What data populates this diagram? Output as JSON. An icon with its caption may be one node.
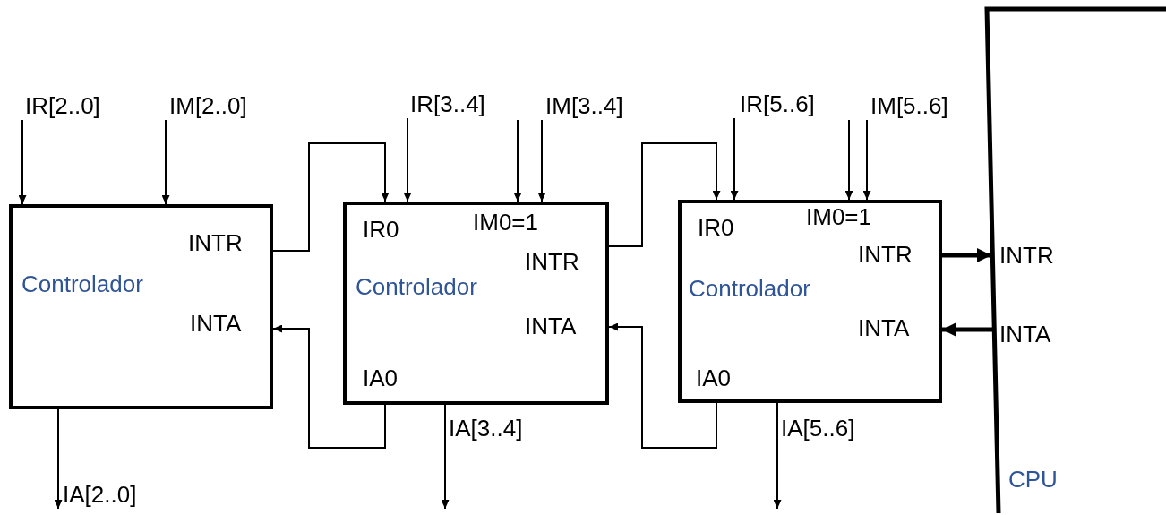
{
  "diagram": {
    "nodes": [
      {
        "text": [
          "INTR",
          "Controlador",
          "INTA"
        ]
      },
      {
        "text": [
          "IR0",
          "IM0=1",
          "INTR",
          "Controlador",
          "INTA",
          "IA0"
        ]
      },
      {
        "text": [
          "IR0",
          "IM0=1",
          "INTR",
          "Controlador",
          "INTA",
          "IA0"
        ]
      },
      {
        "text": [
          "INTR",
          "INTA",
          "CPU"
        ]
      },
      {
        "text": [
          "IR[2..0]"
        ]
      },
      {
        "text": [
          "IM[2..0]"
        ]
      },
      {
        "text": [
          "IR[3..4]"
        ]
      },
      {
        "text": [
          "IM[3..4]"
        ]
      },
      {
        "text": [
          "IR[5..6]"
        ]
      },
      {
        "text": [
          "IM[5..6]"
        ]
      },
      {
        "text": [
          "IA[2..0]"
        ]
      },
      {
        "text": [
          "IA[3..4]"
        ]
      },
      {
        "text": [
          "IA[5..6]"
        ]
      }
    ],
    "edges": [
      {
        "from": 4,
        "to": 0,
        "arrow": "to"
      },
      {
        "from": 5,
        "to": 0,
        "arrow": "to"
      },
      {
        "from": 0,
        "to": 1,
        "arrow": "to"
      },
      {
        "from": 6,
        "to": 1,
        "arrow": "to"
      },
      {
        "from": 7,
        "to": 1,
        "arrow": "to"
      },
      {
        "from": 7,
        "to": 1,
        "arrow": "to"
      },
      {
        "from": 1,
        "to": 0,
        "arrow": "to"
      },
      {
        "from": 1,
        "to": 2,
        "arrow": "to"
      },
      {
        "from": 8,
        "to": 2,
        "arrow": "to"
      },
      {
        "from": 9,
        "to": 2,
        "arrow": "to"
      },
      {
        "from": 9,
        "to": 2,
        "arrow": "to"
      },
      {
        "from": 2,
        "to": 1,
        "arrow": "to"
      },
      {
        "from": 2,
        "to": 3,
        "arrow": "to",
        "style": "thick"
      },
      {
        "from": 3,
        "to": 2,
        "arrow": "to",
        "style": "thick"
      },
      {
        "from": 0,
        "to": 10,
        "arrow": "to"
      },
      {
        "from": 1,
        "to": 11,
        "arrow": "to"
      },
      {
        "from": 2,
        "to": 12,
        "arrow": "to"
      }
    ]
  }
}
